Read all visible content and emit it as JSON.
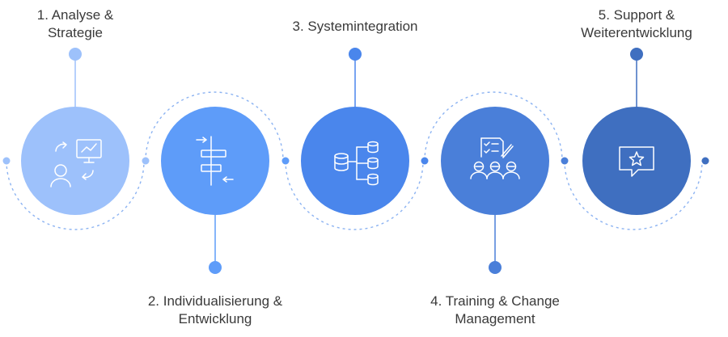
{
  "steps": [
    {
      "id": "step1",
      "line1": "1. Analyse &",
      "line2": "Strategie",
      "icon": "analysis-icon",
      "color": "#9dc1fb"
    },
    {
      "id": "step2",
      "line1": "2. Individualisierung &",
      "line2": "Entwicklung",
      "icon": "alignment-icon",
      "color": "#5e9cf9"
    },
    {
      "id": "step3",
      "line1": "3. Systemintegration",
      "line2": "",
      "icon": "database-integration-icon",
      "color": "#4a86ec"
    },
    {
      "id": "step4",
      "line1": "4. Training & Change",
      "line2": "Management",
      "icon": "training-checklist-icon",
      "color": "#4a7fd9"
    },
    {
      "id": "step5",
      "line1": "5. Support &",
      "line2": "Weiterentwicklung",
      "icon": "support-star-icon",
      "color": "#3f6fc0"
    }
  ],
  "colors": {
    "connector": "#5f96ea",
    "dashed": "#8cb3f2",
    "label_text": "#3a3a3a"
  }
}
